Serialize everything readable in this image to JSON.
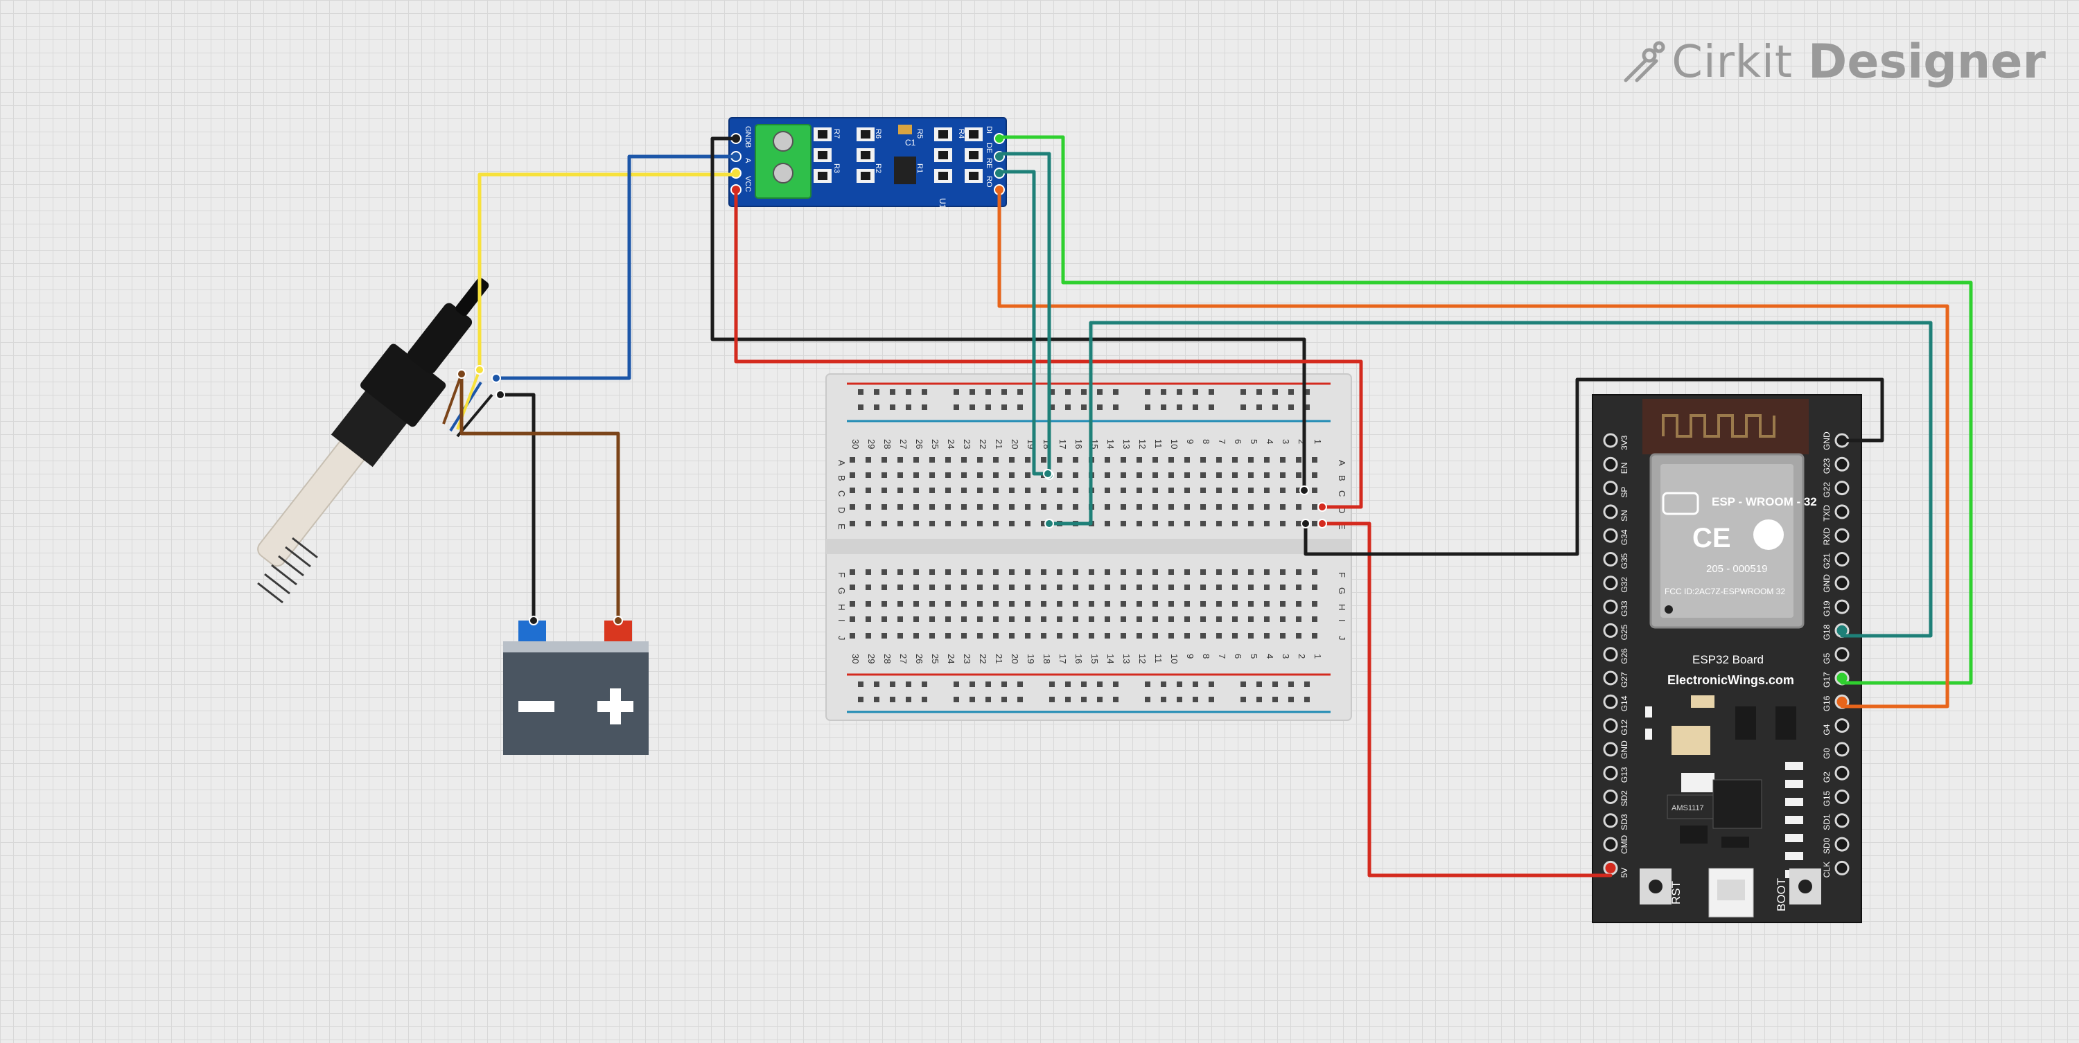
{
  "logo": {
    "brand": "Cirkit",
    "product": "Designer"
  },
  "rs485": {
    "left_pins": [
      "GND",
      "B",
      "A",
      "VCC"
    ],
    "right_pins": [
      "DI",
      "DE",
      "RE",
      "RO"
    ],
    "resistor_labels": [
      "R7",
      "R6",
      "R5",
      "R4",
      "R3",
      "R2",
      "R1"
    ],
    "chip_label": "U1",
    "cap_label": "C1"
  },
  "breadboard": {
    "columns": [
      "30",
      "29",
      "28",
      "27",
      "26",
      "25",
      "24",
      "23",
      "22",
      "21",
      "20",
      "19",
      "18",
      "17",
      "16",
      "15",
      "14",
      "13",
      "12",
      "11",
      "10",
      "9",
      "8",
      "7",
      "6",
      "5",
      "4",
      "3",
      "2",
      "1"
    ],
    "rows_top": [
      "A",
      "B",
      "C",
      "D",
      "E"
    ],
    "rows_bottom": [
      "F",
      "G",
      "H",
      "I",
      "J"
    ]
  },
  "esp32": {
    "left_pins": [
      "3V3",
      "EN",
      "SP",
      "SN",
      "G34",
      "G35",
      "G32",
      "G33",
      "G25",
      "G26",
      "G27",
      "G14",
      "G12",
      "GND",
      "G13",
      "SD2",
      "SD3",
      "CMD",
      "5V"
    ],
    "right_pins": [
      "GND",
      "G23",
      "G22",
      "TXD",
      "RXD",
      "G21",
      "GND",
      "G19",
      "G18",
      "G5",
      "G17",
      "G16",
      "G4",
      "G0",
      "G2",
      "G15",
      "SD1",
      "SD0",
      "CLK"
    ],
    "module_title": "ESP - WROOM - 32",
    "module_code": "205 - 000519",
    "fcc": "FCC ID:2AC7Z-ESPWROOM 32",
    "board_name": "ESP32 Board",
    "website": "ElectronicWings.com",
    "button_left": "RST",
    "button_right": "BOOT",
    "regulator": "AMS1117"
  },
  "colors": {
    "wire_black": "#1c1c1c",
    "wire_red": "#d42a1e",
    "wire_yellow": "#f7e13b",
    "wire_blue": "#1c56a8",
    "wire_brown": "#7b4419",
    "wire_green": "#2fd02f",
    "wire_orange": "#e8651b",
    "wire_teal": "#1e8078",
    "pcb_blue": "#0f47a6",
    "esp_board": "#2b2b2b"
  }
}
